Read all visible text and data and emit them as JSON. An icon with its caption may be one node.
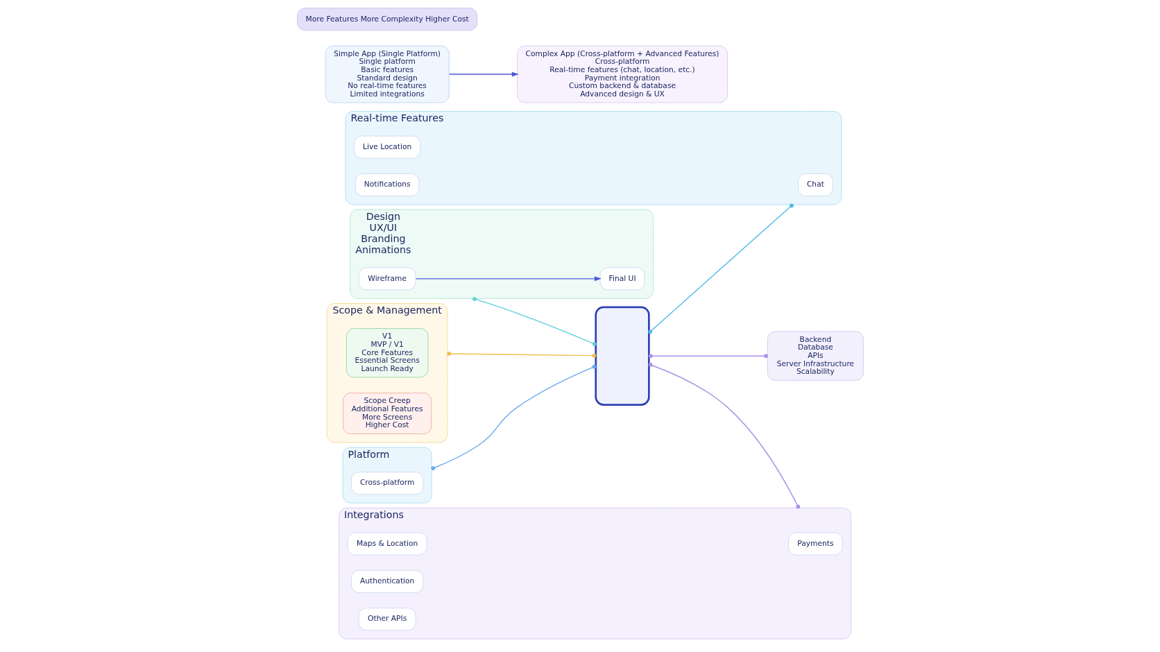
{
  "diagram": {
    "nodes": [
      {
        "text": [
          "Platform"
        ]
      },
      {
        "text": [
          "Cross-platform"
        ],
        "in": 0
      },
      {
        "text": [
          "Design",
          "UX/UI",
          "Branding",
          "Animations"
        ]
      },
      {
        "text": [
          "Wireframe"
        ],
        "in": 2
      },
      {
        "text": [
          "Final UI"
        ],
        "in": 2
      },
      {
        "text": [
          "Scope & Management"
        ]
      },
      {
        "text": [
          "V1",
          "MVP / V1",
          "Core Features",
          "Essential Screens",
          "Launch Ready"
        ],
        "in": 5
      },
      {
        "text": [
          "Scope Creep",
          "Additional Features",
          "More Screens",
          "Higher Cost"
        ],
        "in": 5
      },
      {
        "text": [],
        "shape": "box"
      },
      {
        "text": [
          "Backend",
          "Database",
          "APIs",
          "Server Infrastructure",
          "Scalability"
        ]
      },
      {
        "text": [
          "Real-time Features"
        ]
      },
      {
        "text": [
          "Chat"
        ],
        "in": 10
      },
      {
        "text": [
          "Live Location"
        ],
        "in": 10
      },
      {
        "text": [
          "Notifications"
        ],
        "in": 10
      },
      {
        "text": [
          "Integrations"
        ]
      },
      {
        "text": [
          "Payments"
        ],
        "in": 14
      },
      {
        "text": [
          "Maps & Location"
        ],
        "in": 14
      },
      {
        "text": [
          "Authentication"
        ],
        "in": 14
      },
      {
        "text": [
          "Other APIs"
        ],
        "in": 14
      },
      {
        "text": [
          "Simple App (Single Platform)",
          "Single platform",
          "Basic features",
          "Standard design",
          "No real-time features",
          "Limited integrations"
        ]
      },
      {
        "text": [
          "More Features More Complexity Higher Cost"
        ]
      },
      {
        "text": [
          "Complex App (Cross-platform + Advanced Features)",
          "Cross-platform",
          "Real-time features (chat, location, etc.)",
          "Payment integration",
          "Custom backend & database",
          "Advanced design & UX"
        ]
      }
    ],
    "edges": [
      {
        "from": 0,
        "to": 8,
        "arrow": "other",
        "color": "#6aa8f0"
      },
      {
        "from": 3,
        "to": 4,
        "arrow": "to"
      },
      {
        "from": 2,
        "to": 8,
        "arrow": "other",
        "color": "#5fd0d8"
      },
      {
        "from": 5,
        "to": 8,
        "arrow": "other",
        "color": "#f0c050"
      },
      {
        "from": 8,
        "to": 9,
        "arrow": "other",
        "color": "#a890e8"
      },
      {
        "from": 8,
        "to": 10,
        "arrow": "other",
        "color": "#4ab8e8"
      },
      {
        "from": 8,
        "to": 14,
        "arrow": "other",
        "color": "#a890e8"
      },
      {
        "from": 19,
        "to": 21,
        "arrow": "to"
      }
    ]
  }
}
